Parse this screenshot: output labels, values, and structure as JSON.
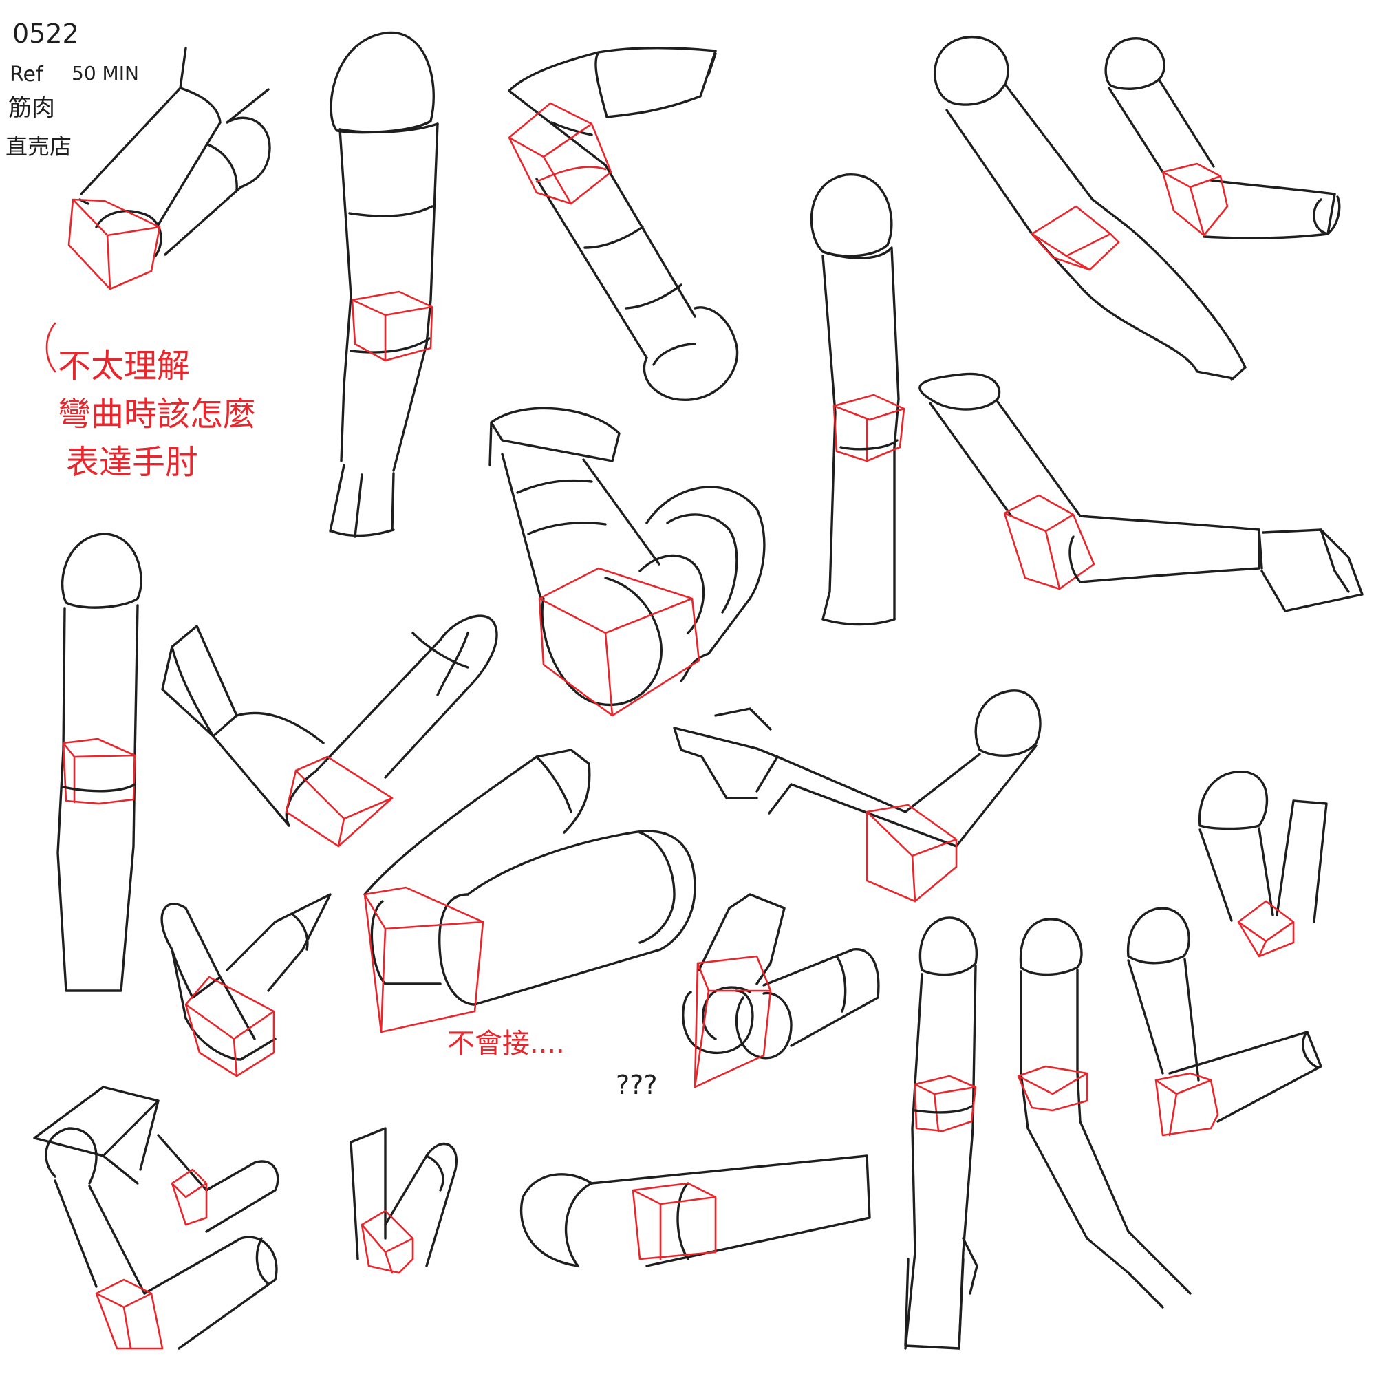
{
  "header": {
    "date": "0522",
    "ref_label": "Ref",
    "duration": "50 MIN",
    "topic": "筋肉",
    "source": "直売店"
  },
  "notes": {
    "elbow_question_line1": "不太理解",
    "elbow_question_line2": "彎曲時該怎麼",
    "elbow_question_line3": "表達手肘",
    "cannot_connect": "不會接....",
    "confusion": "???"
  },
  "colors": {
    "line_ink": "#1e1e1e",
    "annotation_red": "#e8262b",
    "paper": "#ffffff"
  }
}
